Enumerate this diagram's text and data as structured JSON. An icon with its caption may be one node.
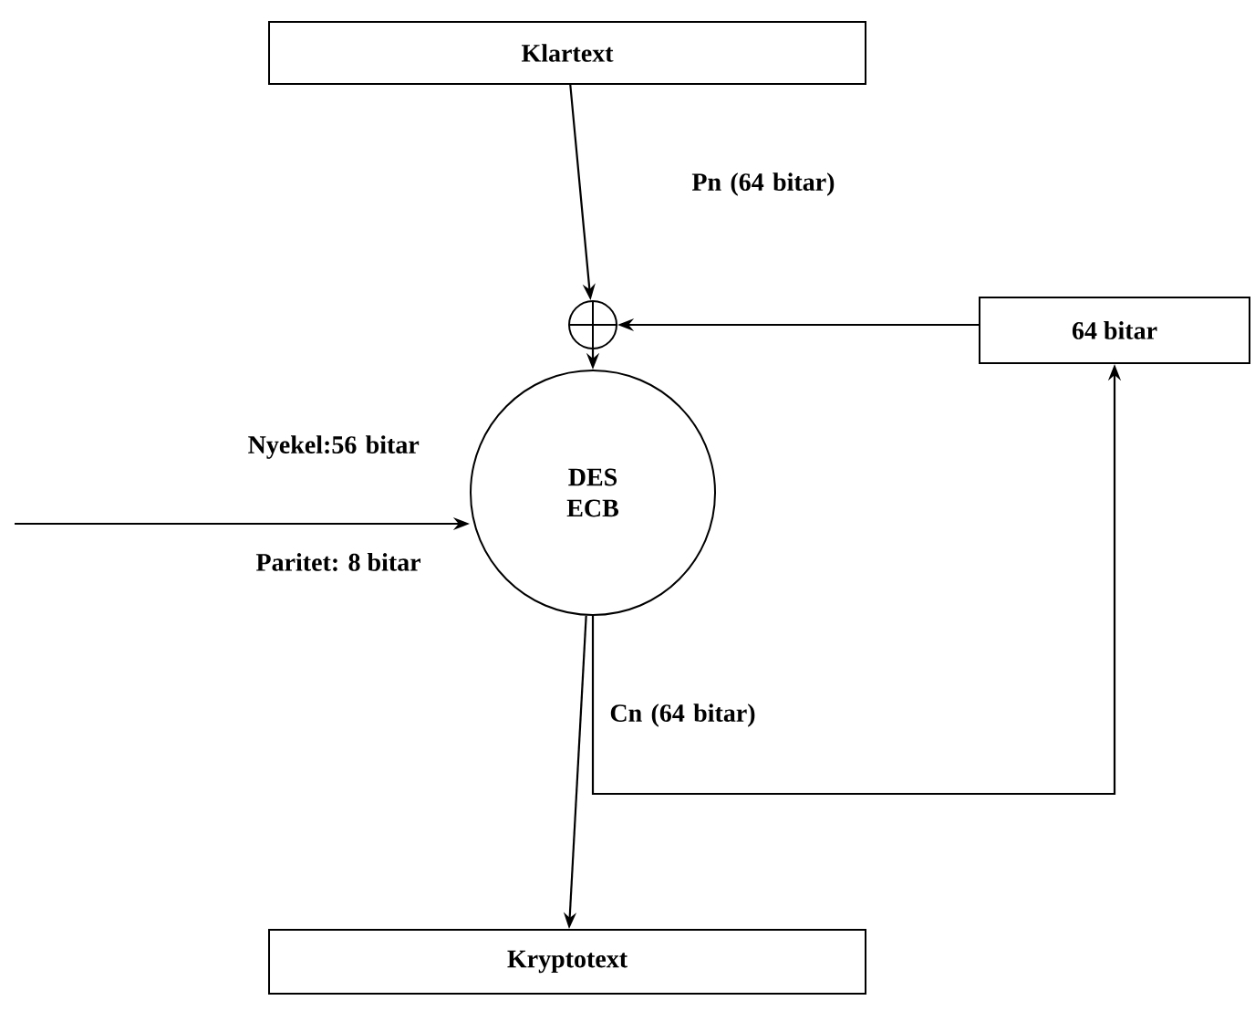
{
  "diagram": {
    "nodes": [
      {
        "text": [
          "Klartext"
        ]
      },
      {
        "text": [],
        "shape": "circle"
      },
      {
        "text": [
          "64 bitar"
        ]
      },
      {
        "text": [
          "DES ECB"
        ]
      },
      {
        "text": [
          "Kryptotext"
        ]
      }
    ],
    "edges": [
      {
        "from": 0,
        "to": 1,
        "arrow": "to",
        "label": "Pn (64 bitar)"
      },
      {
        "from": 2,
        "to": 1,
        "arrow": "to"
      },
      {
        "from": 1,
        "to": 3,
        "arrow": "to"
      },
      {
        "from": null,
        "to": 3,
        "arrow": "to",
        "label": "Nyekel:56 bitar"
      },
      {
        "from": 3,
        "to": 4,
        "arrow": "to",
        "label": "Cn (64 bitar)"
      },
      {
        "from": 3,
        "to": 2,
        "arrow": "to"
      }
    ],
    "labels": [
      "Paritet: 8 bitar"
    ]
  }
}
